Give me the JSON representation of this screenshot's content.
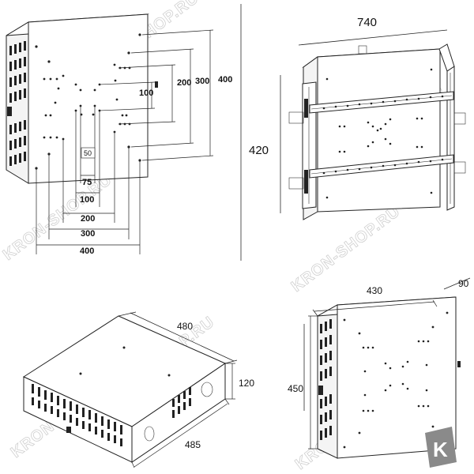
{
  "watermark": {
    "text": "KRON-SHOP.RU"
  },
  "panels": {
    "top_left": {
      "dims_vertical": [
        "400",
        "300",
        "200",
        "100"
      ],
      "dims_horizontal": [
        "50",
        "75",
        "100",
        "200",
        "300",
        "400"
      ]
    },
    "top_right": {
      "width": "740",
      "height": "420"
    },
    "bottom_left": {
      "width_top": "480",
      "height": "120",
      "depth": "485"
    },
    "bottom_right": {
      "width": "430",
      "depth": "90",
      "height": "450"
    }
  },
  "logo": {
    "letter": "K"
  }
}
